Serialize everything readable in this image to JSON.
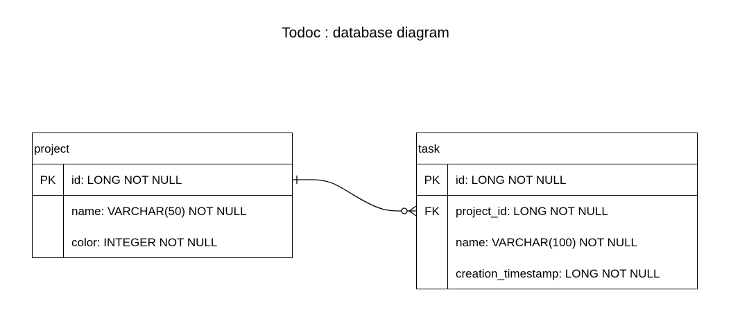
{
  "diagram": {
    "title": "Todoc : database diagram"
  },
  "entities": {
    "project": {
      "name": "project",
      "pk_label": "PK",
      "pk_field": "id: LONG  NOT NULL",
      "fields": [
        "name: VARCHAR(50)  NOT NULL",
        "color: INTEGER  NOT NULL"
      ]
    },
    "task": {
      "name": "task",
      "pk_label": "PK",
      "pk_field": "id: LONG  NOT NULL",
      "fk_label": "FK",
      "fk_field": "project_id: LONG  NOT NULL",
      "fields": [
        "name: VARCHAR(100)  NOT NULL",
        "creation_timestamp: LONG  NOT NULL"
      ]
    }
  },
  "relationship": {
    "from": "project",
    "to": "task",
    "cardinality_from": "one",
    "cardinality_to": "zero-or-many"
  }
}
